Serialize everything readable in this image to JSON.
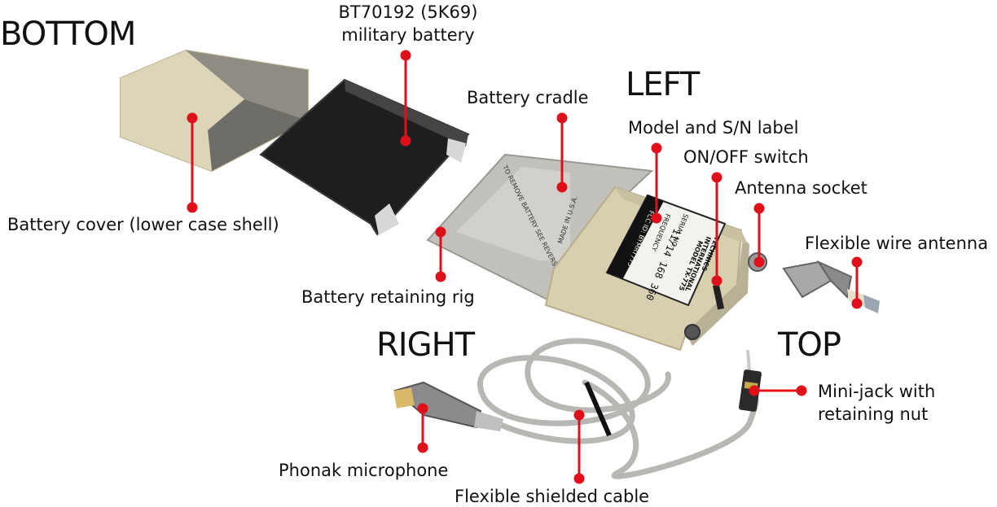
{
  "views": {
    "bottom": "BOTTOM",
    "left": "LEFT",
    "right": "RIGHT",
    "top": "TOP"
  },
  "callouts": {
    "battery_model": "BT70192 (5K69)",
    "battery_kind": "military battery",
    "battery_cover": "Battery cover (lower case shell)",
    "battery_cradle": "Battery cradle",
    "model_label": "Model and S/N label",
    "on_off_switch": "ON/OFF switch",
    "antenna_socket": "Antenna socket",
    "flexible_antenna": "Flexible wire antenna",
    "retaining_rig": "Battery retaining rig",
    "mini_jack_1": "Mini-jack with",
    "mini_jack_2": "retaining nut",
    "microphone": "Phonak microphone",
    "cable": "Flexible shielded cable"
  },
  "printed": {
    "cradle_text": "TO REMOVE BATTERY SEE REVERSE SIDE",
    "made_in": "MADE IN U.S.A.",
    "label_line1": "TECHNICS",
    "label_line2": "INTERNATIONAL",
    "label_line3": "MODEL TX-775",
    "serial_caption": "SERIAL NO.",
    "serial": "11/14 168 360",
    "freq_caption": "FREQUENCY",
    "fcc": "FCC ID: BYMRT775"
  },
  "colors": {
    "marker": "#e0101a",
    "case": "#d8d1b4",
    "battery": "#1f1f1f",
    "cable": "#b8b6b2"
  }
}
